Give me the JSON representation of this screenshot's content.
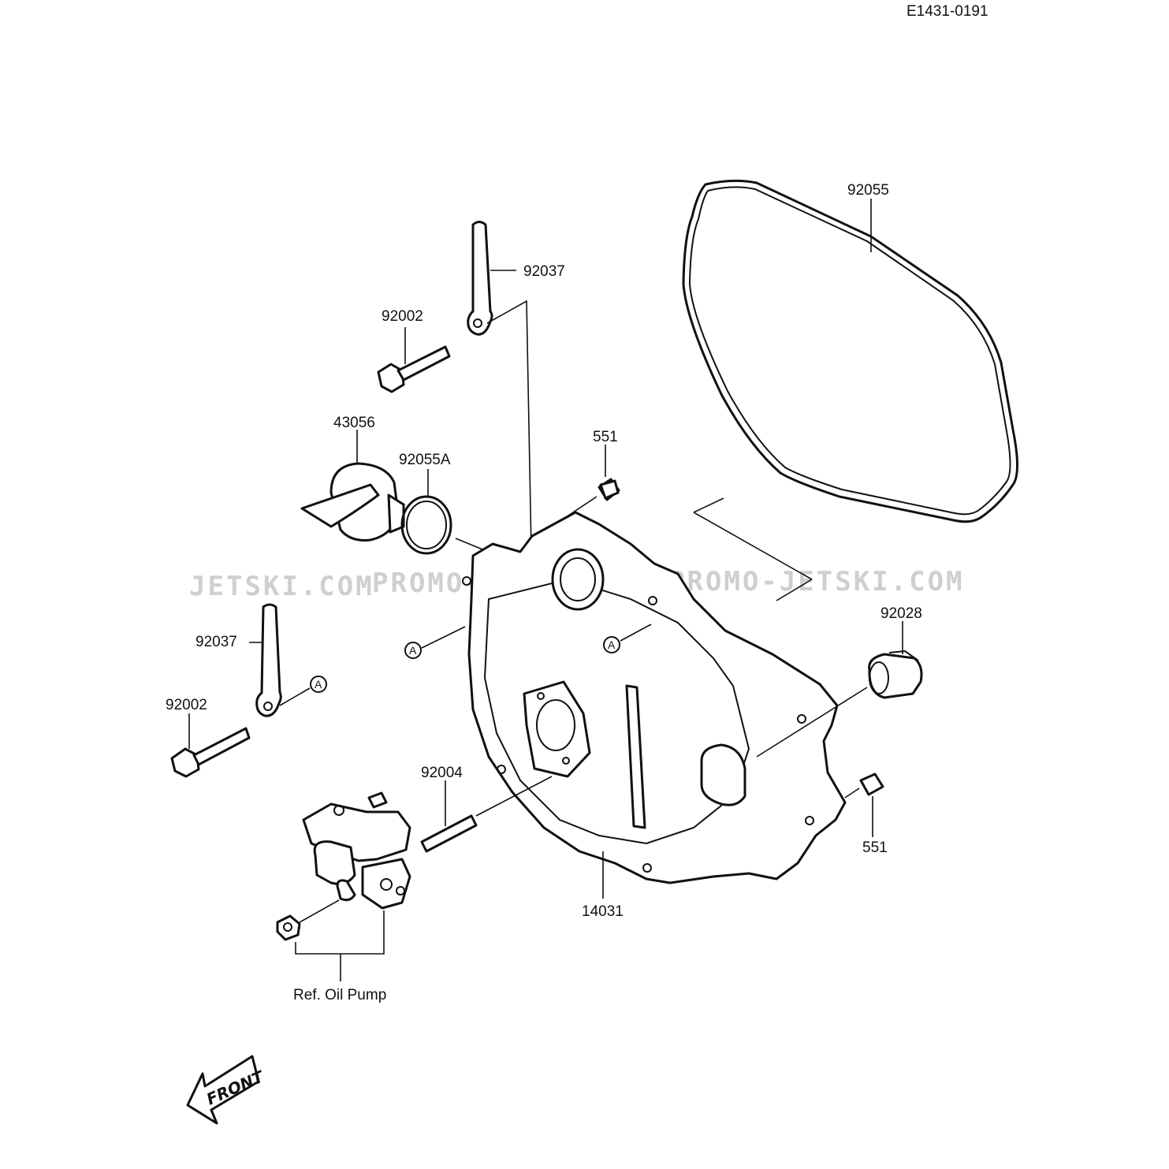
{
  "diagram_code": "E1431-0191",
  "watermarks": [
    "JETSKI.COM",
    "PROMO-JETSKI.COM",
    "PROMO-JETSKI.COM"
  ],
  "parts": {
    "gasket": "92055",
    "strap_top": "92037",
    "bolt_top": "92002",
    "cap": "43056",
    "oring": "92055A",
    "dowel_top": "551",
    "strap_left": "92037",
    "bolt_left": "92002",
    "bushing": "92028",
    "stud": "92004",
    "dowel_right": "551",
    "cover": "14031"
  },
  "ref_a": "A",
  "ref_oil_pump": "Ref. Oil Pump",
  "front_label": "FRONT"
}
